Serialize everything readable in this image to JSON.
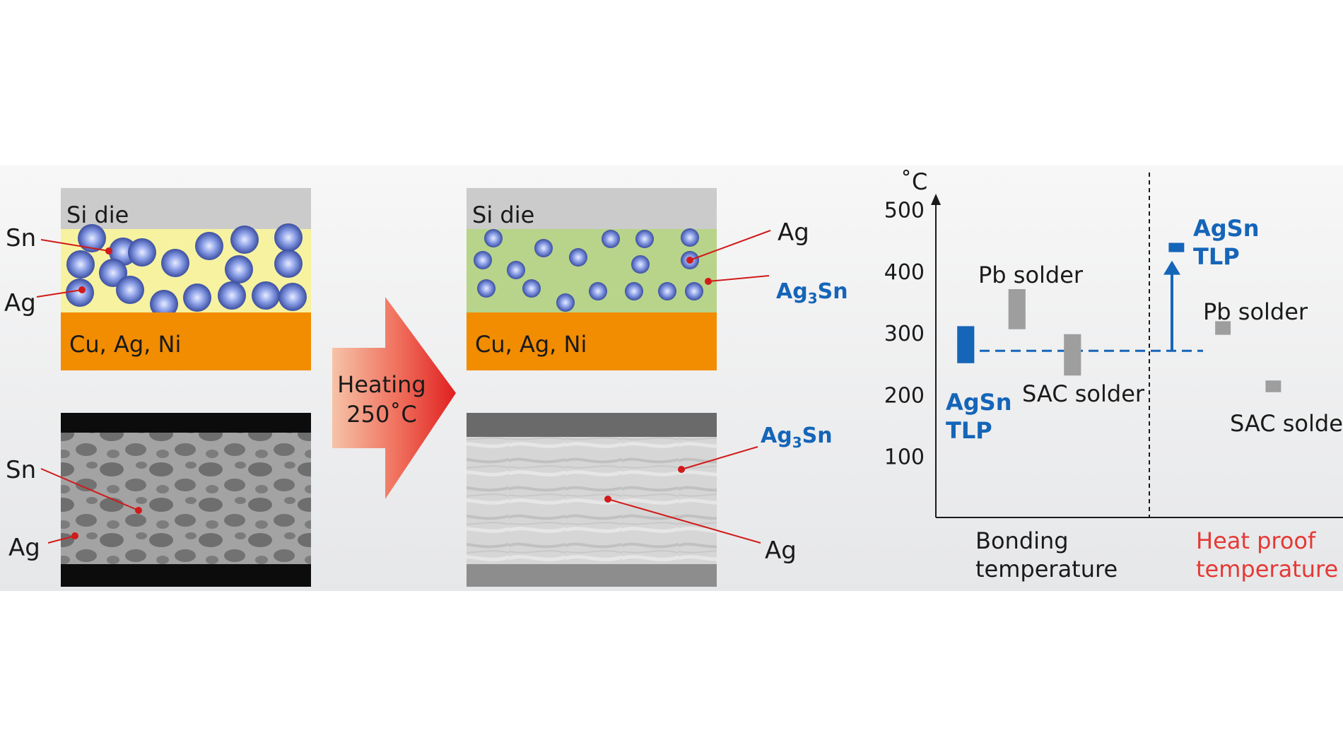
{
  "left_panel": {
    "layer_top": "Si die",
    "layer_bottom": "Cu, Ag, Ni",
    "label_sn": "Sn",
    "label_ag": "Ag",
    "micro_label_sn": "Sn",
    "micro_label_ag": "Ag"
  },
  "arrow": {
    "line1": "Heating",
    "line2": "250˚C"
  },
  "middle_panel": {
    "layer_top": "Si die",
    "layer_bottom": "Cu, Ag, Ni",
    "label_ag": "Ag",
    "label_ag3sn_base": "Ag",
    "label_ag3sn_sub": "3",
    "label_ag3sn_tail": "Sn",
    "micro_ag3sn_base": "Ag",
    "micro_ag3sn_sub": "3",
    "micro_ag3sn_tail": "Sn",
    "micro_ag": "Ag"
  },
  "chart_data": {
    "type": "range-bar",
    "unit": "˚C",
    "y_ticks": [
      "500",
      "400",
      "300",
      "200",
      "100"
    ],
    "ylim": [
      0,
      540
    ],
    "groups": [
      {
        "label_line1": "Bonding",
        "label_line2": "temperature",
        "bars": [
          {
            "name_line1": "AgSn",
            "name_line2": "TLP",
            "low": 250,
            "high": 310,
            "color": "#1565b8"
          },
          {
            "name_line1": "Pb solder",
            "low": 305,
            "high": 370,
            "color": "#9e9e9e"
          },
          {
            "name_line1": "SAC solder",
            "low": 230,
            "high": 297,
            "color": "#9e9e9e"
          }
        ]
      },
      {
        "label_line1": "Heat proof",
        "label_line2": "temperature",
        "label_color": "#e53935",
        "bars": [
          {
            "name_line1": "AgSn",
            "name_line2": "TLP",
            "low": 430,
            "high": 445,
            "color": "#1565b8"
          },
          {
            "name_line1": "Pb solder",
            "low": 296,
            "high": 318,
            "color": "#9e9e9e"
          },
          {
            "name_line1": "SAC solder",
            "low": 203,
            "high": 222,
            "color": "#9e9e9e"
          }
        ]
      }
    ],
    "reference_line": 270,
    "colors": {
      "accent": "#1565b8",
      "gray": "#9e9e9e",
      "red": "#e53935"
    }
  }
}
